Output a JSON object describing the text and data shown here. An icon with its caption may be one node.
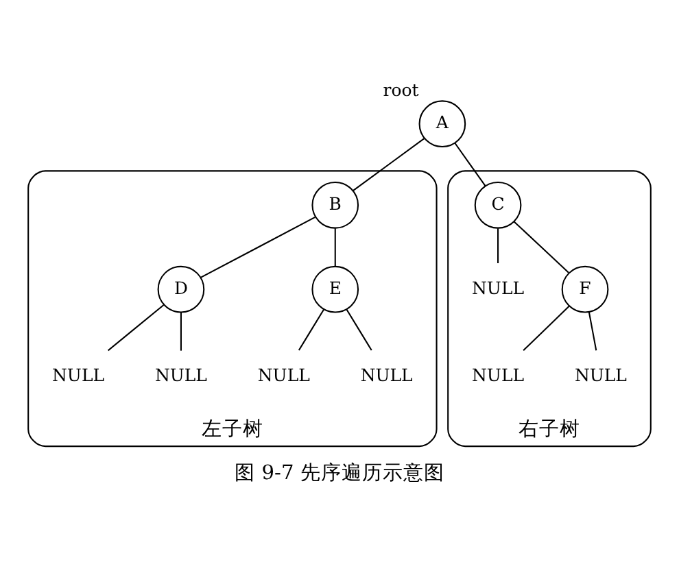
{
  "diagram": {
    "caption": "图 9-7 先序遍历示意图",
    "nodes": [
      {
        "text": [
          "A"
        ],
        "beside": [
          "root"
        ]
      },
      {
        "text": [
          "左子树"
        ]
      },
      {
        "text": [
          "B"
        ],
        "in": 1
      },
      {
        "text": [
          "D"
        ],
        "in": 1
      },
      {
        "text": [
          "E"
        ],
        "in": 1
      },
      {
        "text": [
          "NULL"
        ],
        "in": 1
      },
      {
        "text": [
          "NULL"
        ],
        "in": 1
      },
      {
        "text": [
          "NULL"
        ],
        "in": 1
      },
      {
        "text": [
          "NULL"
        ],
        "in": 1
      },
      {
        "text": [
          "右子树"
        ]
      },
      {
        "text": [
          "C"
        ],
        "in": 9
      },
      {
        "text": [
          "NULL"
        ],
        "in": 9
      },
      {
        "text": [
          "F"
        ],
        "in": 9
      },
      {
        "text": [
          "NULL"
        ],
        "in": 9
      },
      {
        "text": [
          "NULL"
        ],
        "in": 9
      }
    ],
    "edges": [
      {
        "from": 0,
        "to": 2,
        "arrow": "none"
      },
      {
        "from": 0,
        "to": 10,
        "arrow": "none"
      },
      {
        "from": 2,
        "to": 3,
        "arrow": "none"
      },
      {
        "from": 2,
        "to": 4,
        "arrow": "none"
      },
      {
        "from": 3,
        "to": 5,
        "arrow": "none"
      },
      {
        "from": 3,
        "to": 6,
        "arrow": "none"
      },
      {
        "from": 4,
        "to": 7,
        "arrow": "none"
      },
      {
        "from": 4,
        "to": 8,
        "arrow": "none"
      },
      {
        "from": 10,
        "to": 11,
        "arrow": "none"
      },
      {
        "from": 10,
        "to": 12,
        "arrow": "none"
      },
      {
        "from": 12,
        "to": 13,
        "arrow": "none"
      },
      {
        "from": 12,
        "to": 14,
        "arrow": "none"
      }
    ]
  }
}
